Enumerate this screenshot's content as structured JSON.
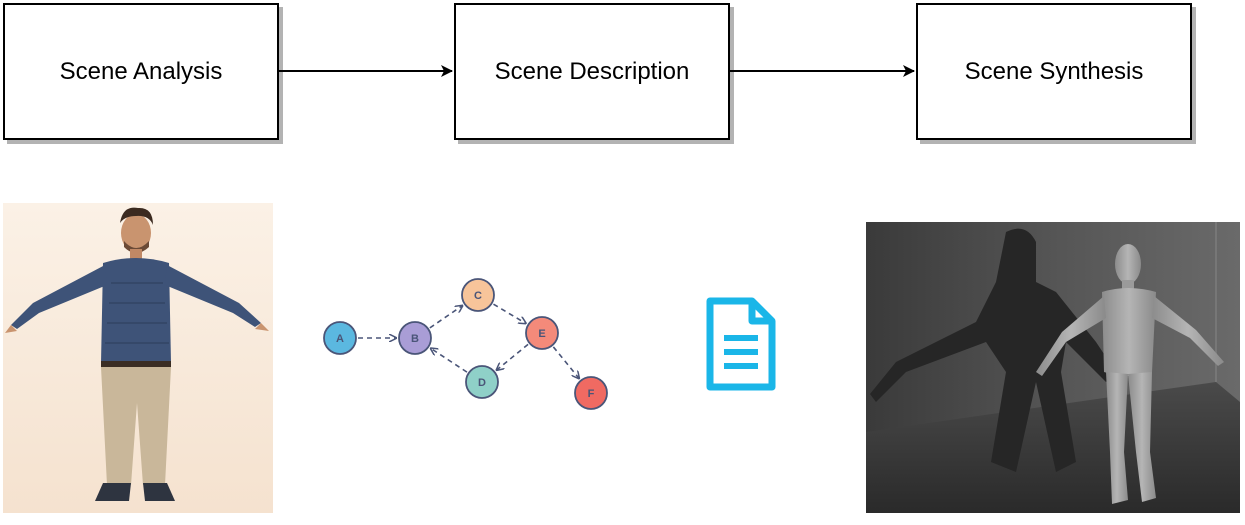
{
  "pipeline": {
    "stages": [
      {
        "label": "Scene Analysis"
      },
      {
        "label": "Scene Description"
      },
      {
        "label": "Scene Synthesis"
      }
    ]
  },
  "graph": {
    "nodes": [
      {
        "id": "A",
        "color": "#5bb8e0"
      },
      {
        "id": "B",
        "color": "#a99dd6"
      },
      {
        "id": "C",
        "color": "#f7c49a"
      },
      {
        "id": "D",
        "color": "#8fd0c8"
      },
      {
        "id": "E",
        "color": "#f48a7a"
      },
      {
        "id": "F",
        "color": "#f06a62"
      }
    ],
    "edges": [
      [
        "A",
        "B"
      ],
      [
        "B",
        "C"
      ],
      [
        "C",
        "E"
      ],
      [
        "E",
        "D"
      ],
      [
        "D",
        "B"
      ],
      [
        "E",
        "F"
      ]
    ]
  },
  "colors": {
    "document_icon": "#1ab6e8",
    "graph_edge": "#4a5578"
  },
  "icons": {
    "document": "document-icon"
  }
}
